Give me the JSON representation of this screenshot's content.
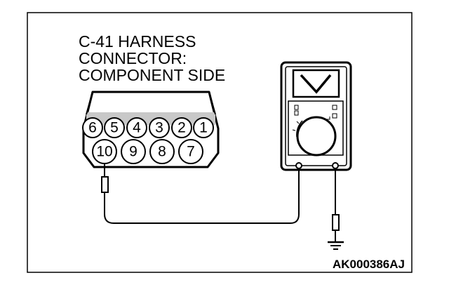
{
  "diagram": {
    "title_lines": [
      "C-41 HARNESS",
      "CONNECTOR:",
      "COMPONENT SIDE"
    ],
    "connector": {
      "top_pins": [
        "6",
        "5",
        "4",
        "3",
        "2",
        "1"
      ],
      "bottom_pins": [
        "10",
        "9",
        "8",
        "7"
      ]
    },
    "meter_display_symbol": "V",
    "figure_code": "AK000386AJ"
  }
}
